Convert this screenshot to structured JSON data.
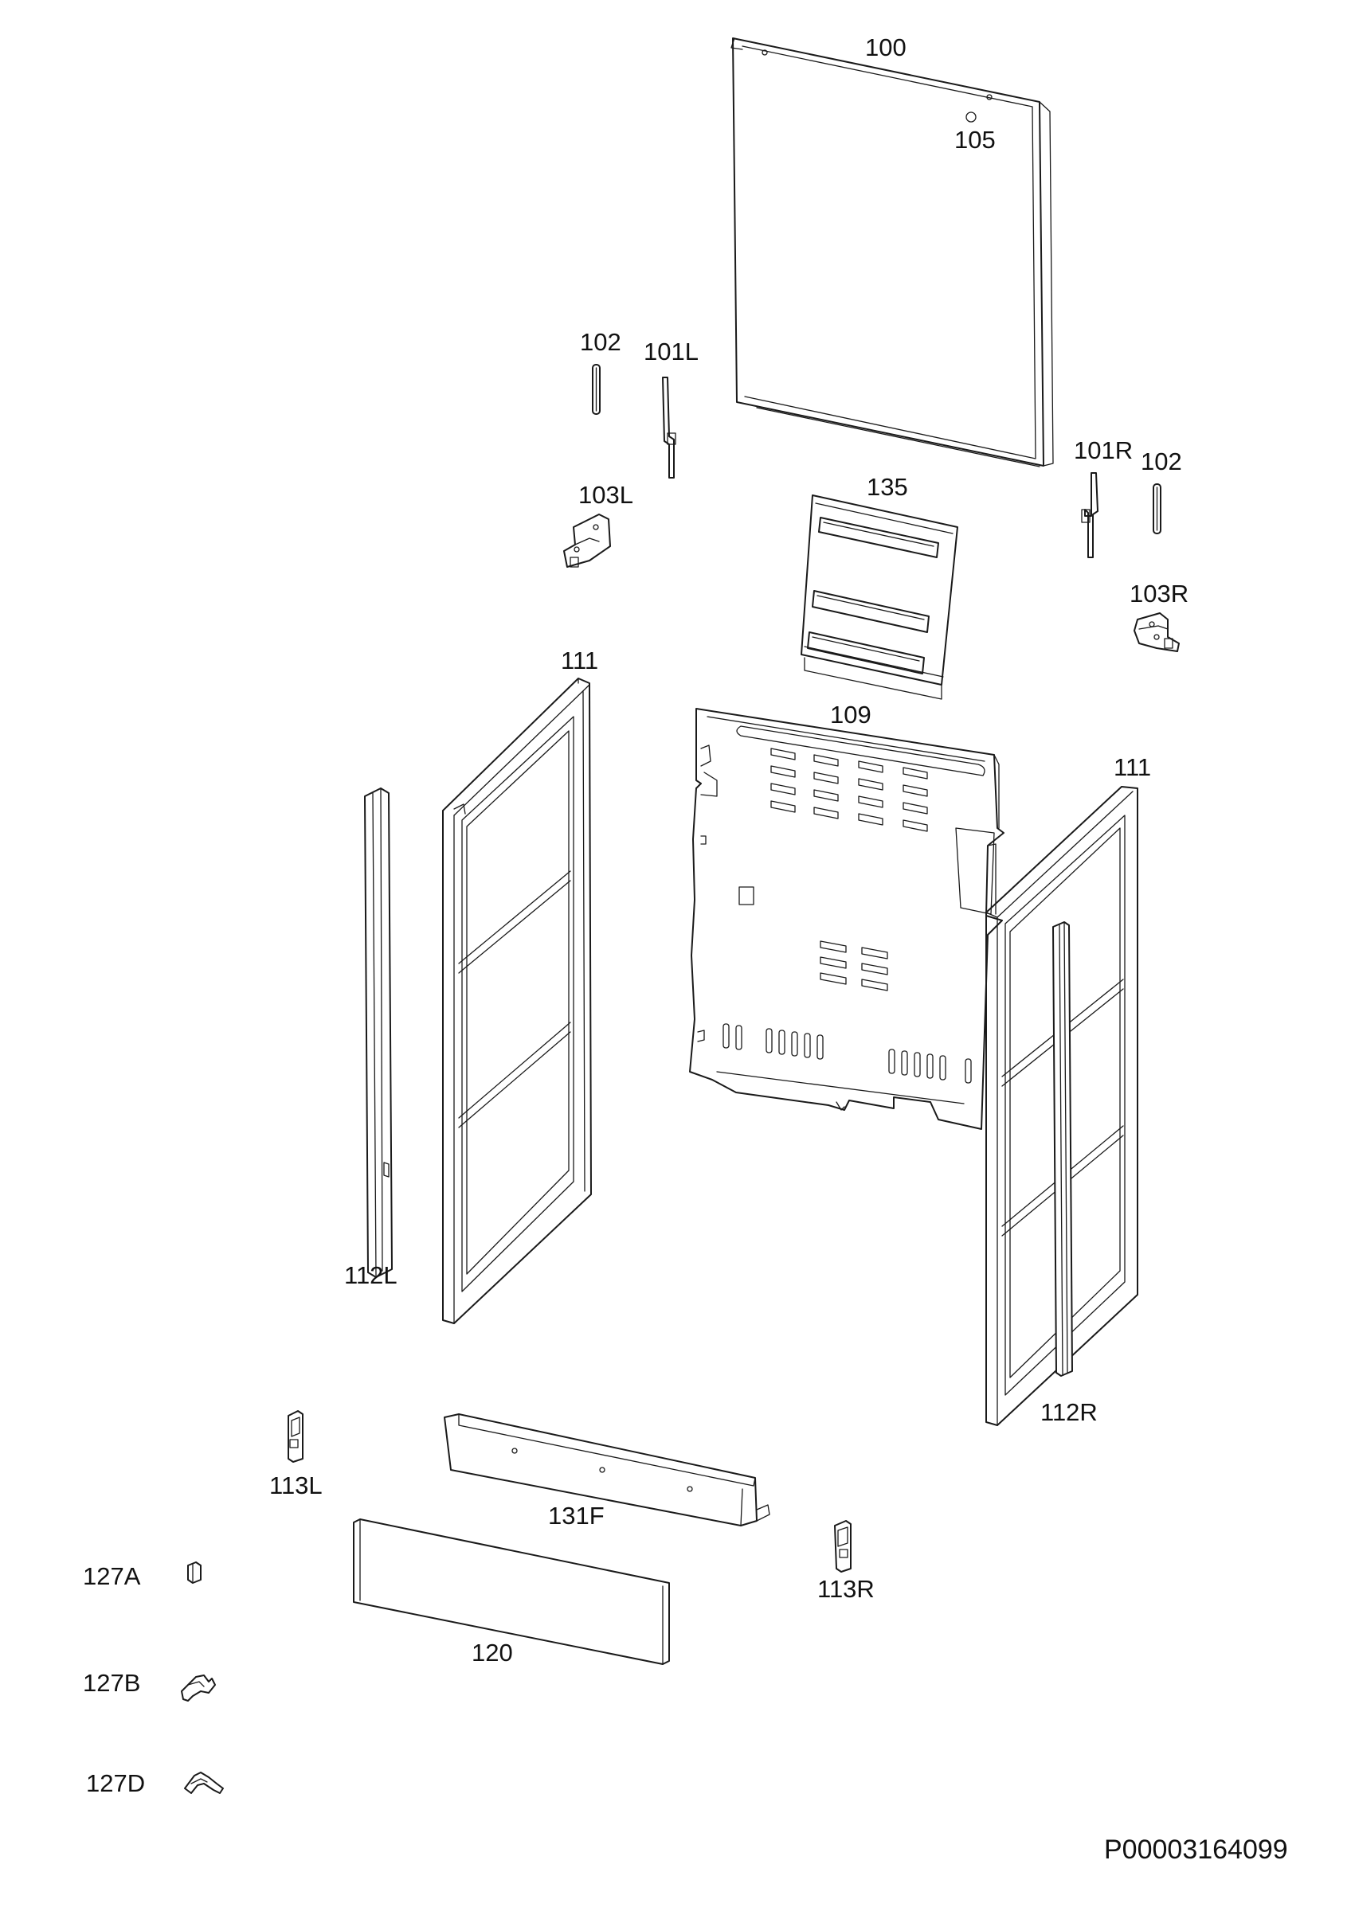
{
  "diagram": {
    "document_code": "P00003164099",
    "labels": {
      "p100": "100",
      "p105": "105",
      "p102a": "102",
      "p101L": "101L",
      "p101R": "101R",
      "p102b": "102",
      "p103L": "103L",
      "p135": "135",
      "p103R": "103R",
      "p111a": "111",
      "p109": "109",
      "p111b": "111",
      "p112L": "112L",
      "p112R": "112R",
      "p113L": "113L",
      "p131F": "131F",
      "p113R": "113R",
      "p127A": "127A",
      "p120": "120",
      "p127B": "127B",
      "p127D": "127D"
    }
  }
}
